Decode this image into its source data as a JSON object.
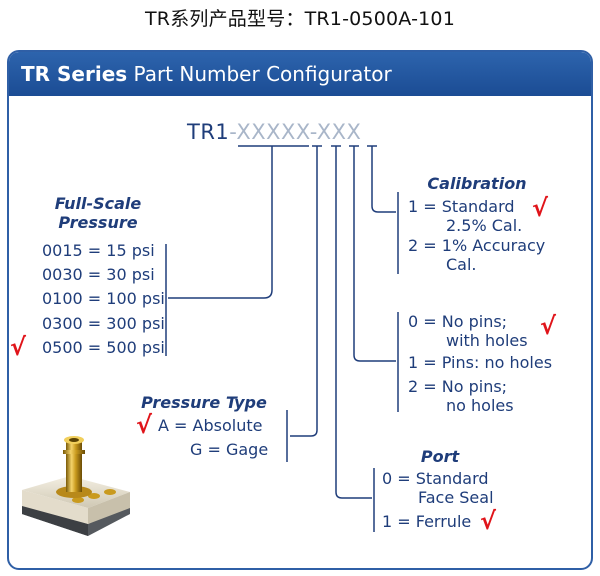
{
  "page_title": "TR系列产品型号：TR1-0500A-101",
  "panel": {
    "title_bold": "TR Series",
    "title_rest": " Part Number Configurator"
  },
  "part_number": {
    "prefix": "TR1",
    "mask": "-XXXXX-XXX"
  },
  "pressure": {
    "heading": [
      "Full-Scale",
      "Pressure"
    ],
    "options": [
      "0015 = 15 psi",
      "0030 = 30 psi",
      "0100 = 100 psi",
      "0300 = 300 psi",
      "0500 = 500 psi"
    ]
  },
  "pressure_type": {
    "heading": "Pressure Type",
    "options": [
      "A = Absolute",
      "G = Gage"
    ]
  },
  "calibration": {
    "heading": "Calibration",
    "options": [
      [
        "1 = Standard",
        "2.5% Cal."
      ],
      [
        "2 = 1% Accuracy",
        "Cal."
      ]
    ]
  },
  "pins": {
    "options": [
      [
        "0 = No pins;",
        "with holes"
      ],
      [
        "1 = Pins: no holes"
      ],
      [
        "2 = No pins;",
        "no holes"
      ]
    ]
  },
  "port": {
    "heading": "Port",
    "options": [
      [
        "0 = Standard",
        "Face Seal"
      ],
      [
        "1 = Ferrule"
      ]
    ]
  },
  "check_mark": "√",
  "colors": {
    "header": "#1f57a3",
    "text": "#1f3d7a",
    "check": "#e0141a"
  }
}
